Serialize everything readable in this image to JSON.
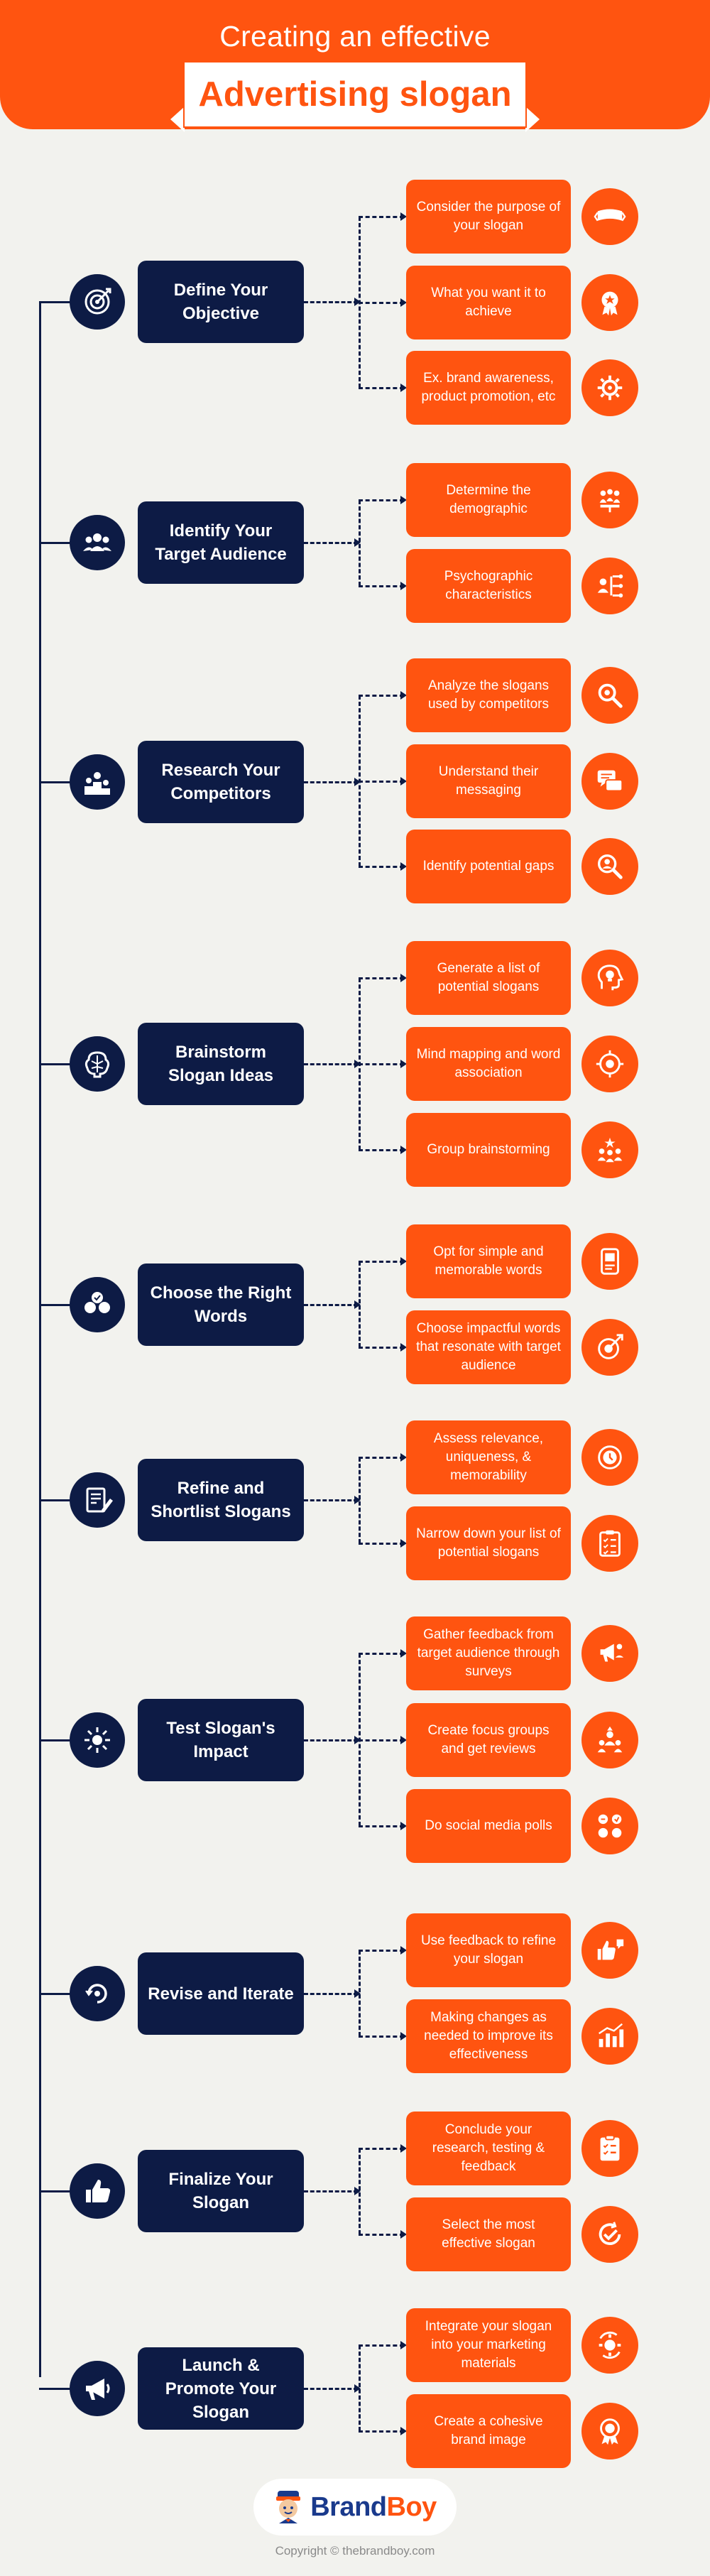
{
  "header": {
    "title_line1": "Creating an effective",
    "title_line2": "Advertising slogan"
  },
  "colors": {
    "primary_orange": "#ff5410",
    "navy": "#0d1b45",
    "background": "#f2f2ee"
  },
  "steps": [
    {
      "label": "Define Your Objective",
      "icon": "target-icon",
      "subs": [
        {
          "text": "Consider the purpose of your slogan",
          "icon": "banner-ribbon-icon"
        },
        {
          "text": "What you want it to achieve",
          "icon": "award-badge-icon"
        },
        {
          "text": "Ex. brand awareness, product promotion, etc",
          "icon": "gear-cog-icon"
        }
      ]
    },
    {
      "label": "Identify Your Target Audience",
      "icon": "audience-group-icon",
      "subs": [
        {
          "text": "Determine the demographic",
          "icon": "demographic-people-icon"
        },
        {
          "text": "Psychographic characteristics",
          "icon": "profile-network-icon"
        }
      ]
    },
    {
      "label": "Research Your Competitors",
      "icon": "podium-competitors-icon",
      "subs": [
        {
          "text": "Analyze the slogans used by competitors",
          "icon": "magnifier-icon"
        },
        {
          "text": "Understand their messaging",
          "icon": "chat-bubbles-icon"
        },
        {
          "text": "Identify potential gaps",
          "icon": "search-person-icon"
        }
      ]
    },
    {
      "label": "Brainstorm Slogan Ideas",
      "icon": "brain-idea-icon",
      "subs": [
        {
          "text": "Generate a list of potential slogans",
          "icon": "head-lightbulb-icon"
        },
        {
          "text": "Mind mapping and word association",
          "icon": "mind-map-icon"
        },
        {
          "text": "Group brainstorming",
          "icon": "team-brainstorm-icon"
        }
      ]
    },
    {
      "label": "Choose the Right Words",
      "icon": "word-choice-icon",
      "subs": [
        {
          "text": "Opt for simple and memorable words",
          "icon": "memory-card-icon"
        },
        {
          "text": "Choose impactful words that resonate with target audience",
          "icon": "impact-target-icon"
        }
      ]
    },
    {
      "label": "Refine and Shortlist Slogans",
      "icon": "shortlist-edit-icon",
      "subs": [
        {
          "text": "Assess relevance, uniqueness, & memorability",
          "icon": "assessment-dial-icon"
        },
        {
          "text": "Narrow down your list of potential slogans",
          "icon": "checklist-icon"
        }
      ]
    },
    {
      "label": "Test Slogan's Impact",
      "icon": "impact-test-icon",
      "subs": [
        {
          "text": "Gather feedback from target audience through surveys",
          "icon": "survey-megaphone-icon"
        },
        {
          "text": "Create focus groups and get reviews",
          "icon": "focus-group-icon"
        },
        {
          "text": "Do social media polls",
          "icon": "social-poll-icon"
        }
      ]
    },
    {
      "label": "Revise and Iterate",
      "icon": "iterate-cycle-icon",
      "subs": [
        {
          "text": "Use feedback to refine your slogan",
          "icon": "feedback-thumbs-icon"
        },
        {
          "text": "Making changes as needed to improve its effectiveness",
          "icon": "improvement-chart-icon"
        }
      ]
    },
    {
      "label": "Finalize Your Slogan",
      "icon": "thumbs-up-icon",
      "subs": [
        {
          "text": "Conclude your research, testing & feedback",
          "icon": "clipboard-icon"
        },
        {
          "text": "Select the most effective slogan",
          "icon": "select-check-icon"
        }
      ]
    },
    {
      "label": "Launch & Promote Your Slogan",
      "icon": "megaphone-icon",
      "subs": [
        {
          "text": "Integrate your slogan into your marketing materials",
          "icon": "integrate-gear-icon"
        },
        {
          "text": "Create a cohesive brand image",
          "icon": "brand-medal-icon"
        }
      ]
    }
  ],
  "footer": {
    "logo_brand": "Brand",
    "logo_boy": "Boy",
    "copyright": "Copyright © thebrandboy.com"
  }
}
